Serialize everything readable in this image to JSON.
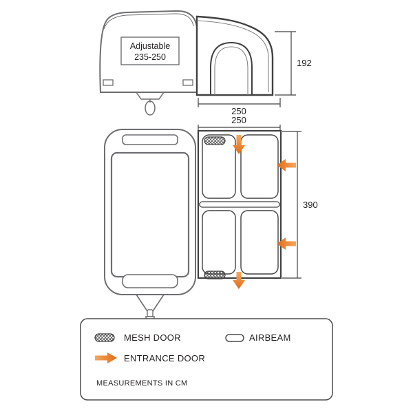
{
  "colors": {
    "line_gray": "#6d6e71",
    "line_dark": "#414042",
    "text": "#231F20",
    "arrow_light": "#F6A75F",
    "arrow_dark": "#E06C16"
  },
  "side_view": {
    "caravan_label_line1": "Adjustable",
    "caravan_label_line2": "235-250",
    "height_dim": "192",
    "width_dim": "250"
  },
  "plan_view": {
    "width_dim": "250",
    "depth_dim": "390"
  },
  "legend": {
    "mesh_door": "MESH DOOR",
    "airbeam": "AIRBEAM",
    "entrance_door": "ENTRANCE DOOR",
    "note": "MEASUREMENTS IN CM"
  },
  "icons": {
    "mesh_door_icon": "crosshatched-stadium",
    "airbeam_icon": "outline-stadium",
    "entrance_door_icon": "orange-block-arrow"
  }
}
